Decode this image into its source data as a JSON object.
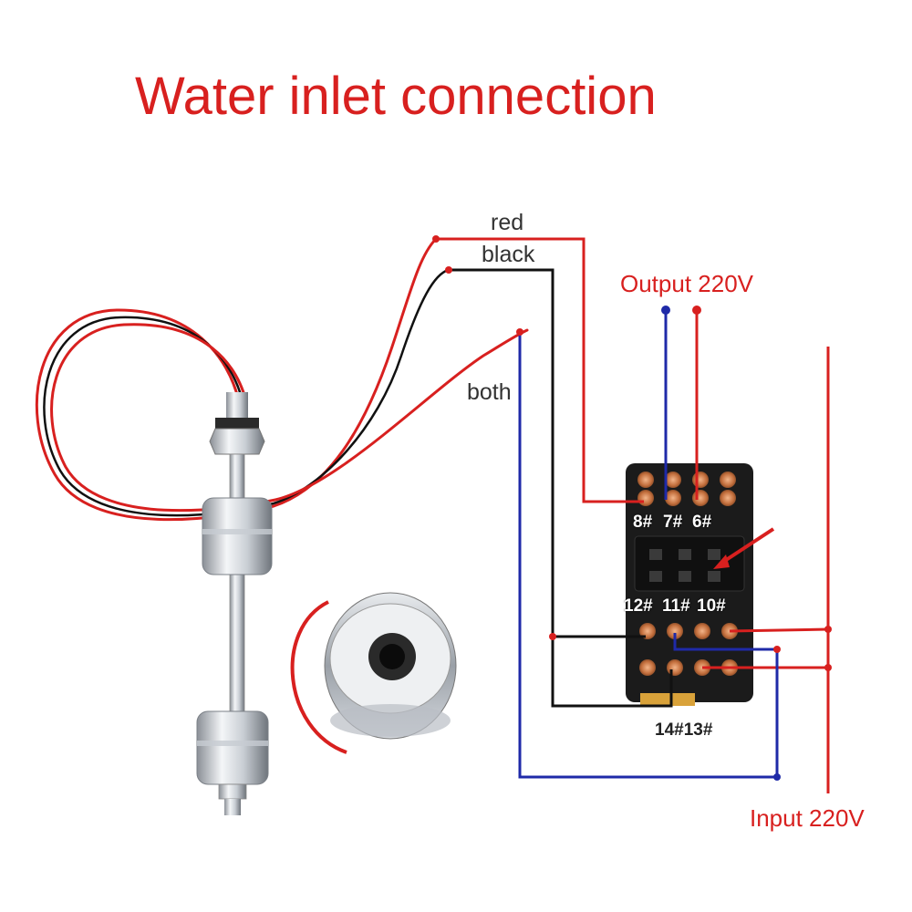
{
  "title": "Water inlet connection",
  "wire_labels": {
    "red": "red",
    "black": "black",
    "both": "both"
  },
  "output_label": "Output 220V",
  "input_label": "Input 220V",
  "terminals": {
    "t8": "8#",
    "t7": "7#",
    "t6": "6#",
    "t12": "12#",
    "t11": "11#",
    "t10": "10#",
    "t14_13": "14#13#"
  },
  "colors": {
    "red_wire": "#d8201f",
    "blue_wire": "#1f2aa8",
    "black_wire": "#111111",
    "title": "#d8201f"
  }
}
